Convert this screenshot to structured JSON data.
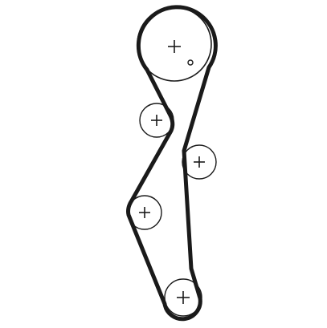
{
  "diagram": {
    "type": "timing-belt-routing",
    "colors": {
      "background": "#ffffff",
      "belt": "#1a1a1a",
      "pulley_outline": "#1a1a1a",
      "center_mark": "#1a1a1a"
    },
    "pulleys": [
      {
        "id": "crankshaft-large-pulley",
        "label": ""
      },
      {
        "id": "idler-pulley-upper-left",
        "label": ""
      },
      {
        "id": "tensioner-pulley-right",
        "label": ""
      },
      {
        "id": "idler-pulley-lower-left",
        "label": ""
      },
      {
        "id": "bottom-pulley",
        "label": ""
      }
    ]
  }
}
